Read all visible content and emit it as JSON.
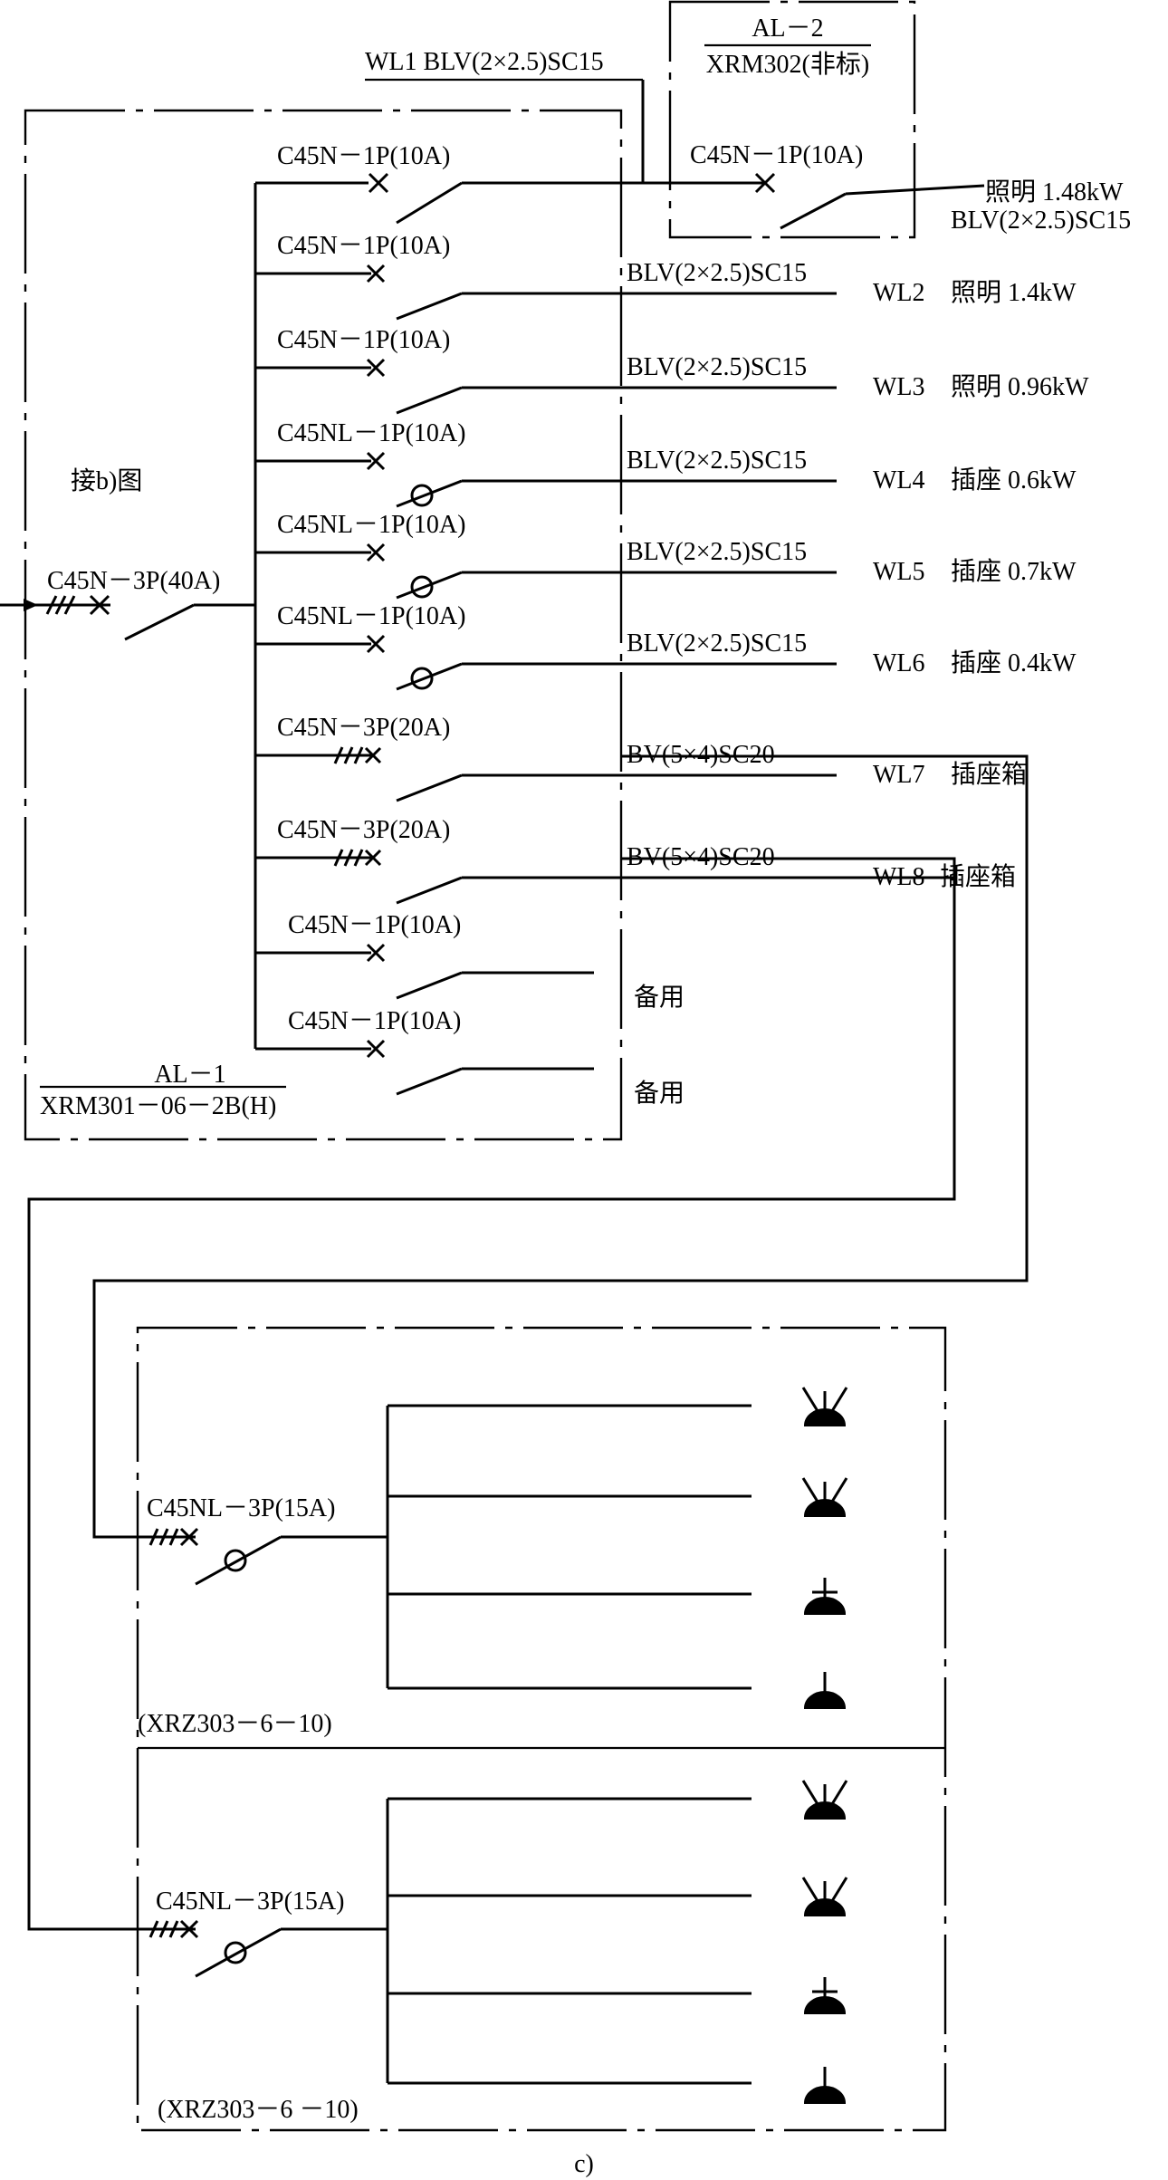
{
  "top_feeder": {
    "label": "WL1 BLV(2×2.5)SC15"
  },
  "panel_al2": {
    "name": "AL－2",
    "model": "XRM302(非标)",
    "breaker": "C45N－1P(10A)",
    "load": "照明 1.48kW",
    "cable": "BLV(2×2.5)SC15"
  },
  "panel_al1": {
    "name": "AL－1",
    "model": "XRM301－06－2B(H)",
    "connect_note": "接b)图",
    "main_breaker": "C45N－3P(40A)",
    "branches": [
      {
        "breaker": "C45N－1P(10A)",
        "cable": "BLV(2×2.5)SC15",
        "circuit": "WL2",
        "load": "照明 1.4kW"
      },
      {
        "breaker": "C45N－1P(10A)",
        "cable": "BLV(2×2.5)SC15",
        "circuit": "WL3",
        "load": "照明 0.96kW"
      },
      {
        "breaker": "C45NL－1P(10A)",
        "cable": "BLV(2×2.5)SC15",
        "circuit": "WL4",
        "load": "插座 0.6kW"
      },
      {
        "breaker": "C45NL－1P(10A)",
        "cable": "BLV(2×2.5)SC15",
        "circuit": "WL5",
        "load": "插座 0.7kW"
      },
      {
        "breaker": "C45NL－1P(10A)",
        "cable": "BLV(2×2.5)SC15",
        "circuit": "WL6",
        "load": "插座 0.4kW"
      },
      {
        "breaker": "C45N－3P(20A)",
        "cable": "BV(5×4)SC20",
        "circuit": "WL7",
        "load": "插座箱"
      },
      {
        "breaker": "C45N－3P(20A)",
        "cable": "BV(5×4)SC20",
        "circuit": "WL8",
        "load": "插座箱"
      },
      {
        "breaker": "C45N－1P(10A)",
        "cable": "",
        "circuit": "",
        "load": "备用"
      },
      {
        "breaker": "C45N－1P(10A)",
        "cable": "",
        "circuit": "",
        "load": "备用"
      }
    ]
  },
  "socket_boxes": [
    {
      "breaker": "C45NL－3P(15A)",
      "model": "(XRZ303－6－10)"
    },
    {
      "breaker": "C45NL－3P(15A)",
      "model": "(XRZ303－6 －10)"
    }
  ],
  "caption": "c)"
}
